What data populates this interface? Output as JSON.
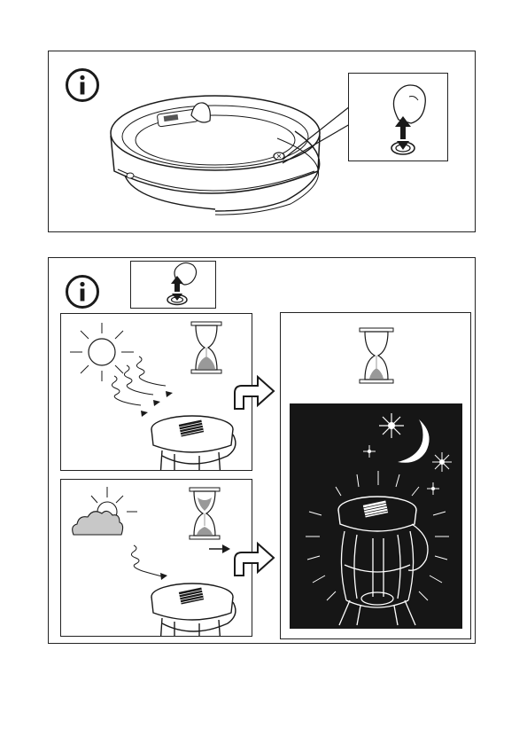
{
  "page": {
    "background": "#ffffff",
    "line_color": "#1a1a1a",
    "night_color": "#161616",
    "sand_color": "#999999",
    "cloud_color": "#c8c8c8"
  },
  "icons": {
    "info": "info-icon",
    "hourglass": "hourglass-icon",
    "sun": "sun-icon",
    "moon": "moon-icon",
    "star": "star-icon",
    "cloud": "cloud-icon",
    "power_button": "power-button-icon",
    "finger": "finger-press-icon",
    "arrow": "right-arrow-icon"
  },
  "panels": {
    "top": {
      "step": "switch-on"
    },
    "bottom": {
      "sunny": {
        "sand_level": 0.6
      },
      "cloudy": {
        "sand_level": 0.35
      },
      "result": {
        "sand_level": 0.15
      }
    }
  }
}
